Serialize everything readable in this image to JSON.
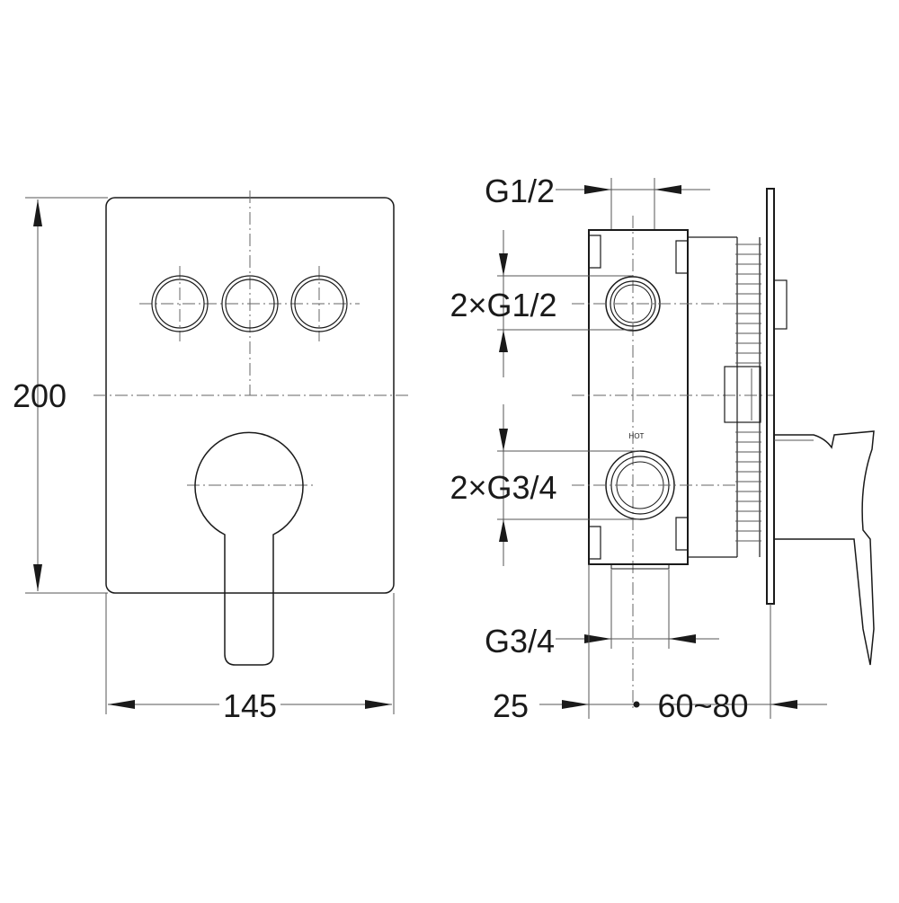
{
  "front_view": {
    "height_label": "200",
    "width_label": "145"
  },
  "side_view": {
    "top_inlet_label": "G1/2",
    "upper_ports_label": "2×G1/2",
    "lower_ports_label": "2×G3/4",
    "bottom_outlet_label": "G3/4",
    "hot_label": "HOT",
    "depth_left_label": "25",
    "depth_right_label": "60~80"
  }
}
